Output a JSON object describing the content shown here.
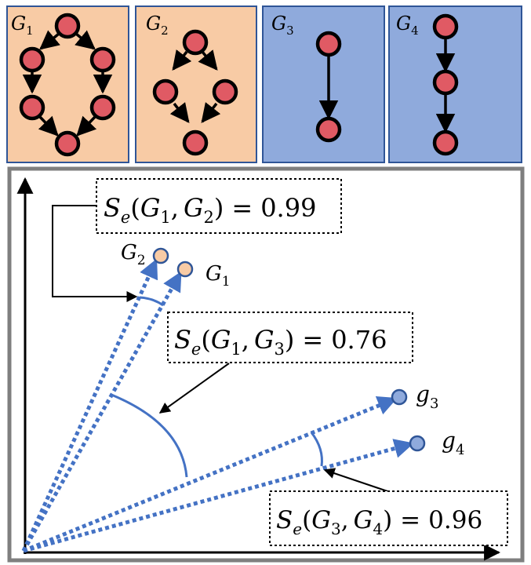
{
  "colors": {
    "panel_orange": "#f8cba5",
    "panel_blue": "#8faadc",
    "panel_border": "#2f5597",
    "node_fill": "#e05a64",
    "vector_blue": "#4472c4",
    "point_orange": "#f8cba5",
    "point_blue": "#8faadc",
    "frame_gray": "#7f7f7f"
  },
  "graphs": [
    {
      "label": "G",
      "sub": "1"
    },
    {
      "label": "G",
      "sub": "2"
    },
    {
      "label": "G",
      "sub": "3"
    },
    {
      "label": "G",
      "sub": "4"
    }
  ],
  "points": [
    {
      "label": "G",
      "sub": "2"
    },
    {
      "label": "G",
      "sub": "1"
    },
    {
      "label": "g",
      "sub": "3"
    },
    {
      "label": "g",
      "sub": "4"
    }
  ],
  "similarities": [
    {
      "fn": "S",
      "fn_sub": "e",
      "a": "G",
      "a_sub": "1",
      "b": "G",
      "b_sub": "2",
      "eq": "=",
      "value": "0.99"
    },
    {
      "fn": "S",
      "fn_sub": "e",
      "a": "G",
      "a_sub": "1",
      "b": "G",
      "b_sub": "3",
      "eq": "=",
      "value": "0.76"
    },
    {
      "fn": "S",
      "fn_sub": "e",
      "a": "G",
      "a_sub": "3",
      "b": "G",
      "b_sub": "4",
      "eq": "=",
      "value": "0.96"
    }
  ],
  "punct": {
    "open": "(",
    "comma": ",",
    "close": ")"
  }
}
